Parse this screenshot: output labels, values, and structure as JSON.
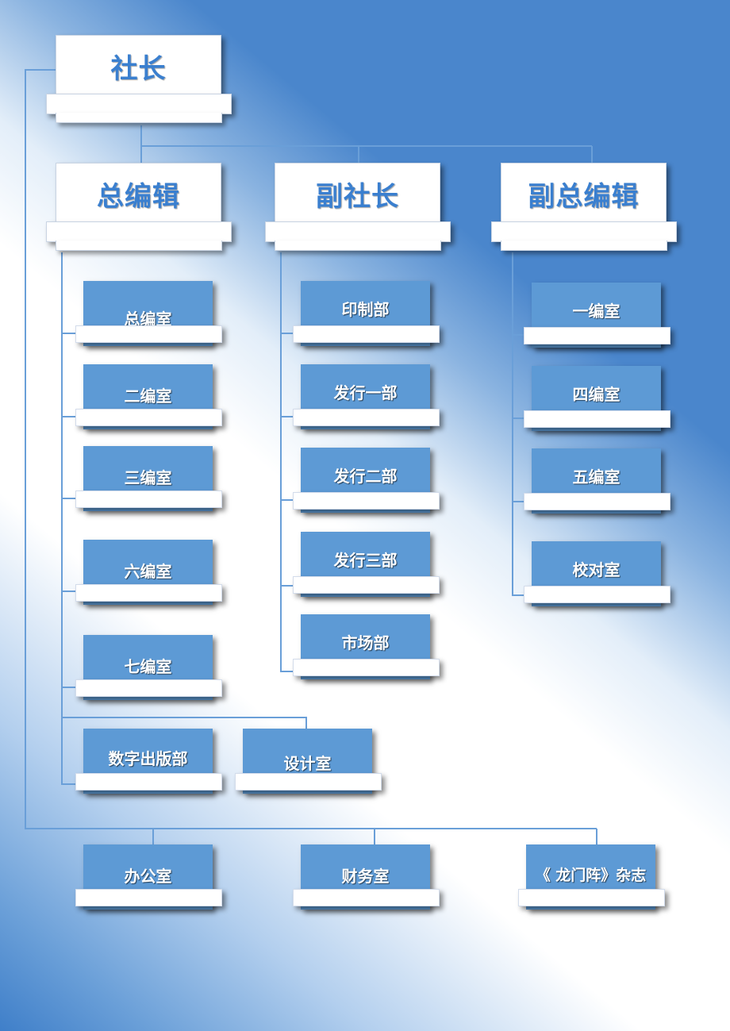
{
  "org": {
    "president": "社长",
    "chief_editor": "总编辑",
    "vice_president": "副社长",
    "deputy_chief_editor": "副总编辑",
    "chief_editor_units": [
      "总编室",
      "二编室",
      "三编室",
      "六编室",
      "七编室",
      "数字出版部",
      "设计室"
    ],
    "vice_president_units": [
      "印制部",
      "发行一部",
      "发行二部",
      "发行三部",
      "市场部"
    ],
    "deputy_chief_editor_units": [
      "一编室",
      "四编室",
      "五编室",
      "校对室"
    ],
    "direct_units": [
      "办公室",
      "财务室",
      "《 龙门阵》杂志"
    ]
  },
  "colors": {
    "line": "#6a9fd8",
    "box_blue": "#5d9ad5",
    "title_blue": "#3a7fcf"
  }
}
